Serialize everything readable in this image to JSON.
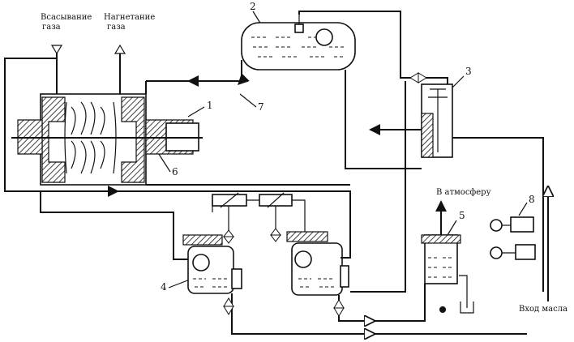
{
  "labels": {
    "gas_suction": [
      "Всасывание",
      "газа"
    ],
    "gas_discharge": [
      "Нагнетание",
      "газа"
    ],
    "to_atmosphere": "В атмосферу",
    "oil_inlet": "Вход масла"
  },
  "callouts": {
    "n1": "1",
    "n2": "2",
    "n3": "3",
    "n4": "4",
    "n5": "5",
    "n6": "6",
    "n7": "7",
    "n8": "8"
  }
}
